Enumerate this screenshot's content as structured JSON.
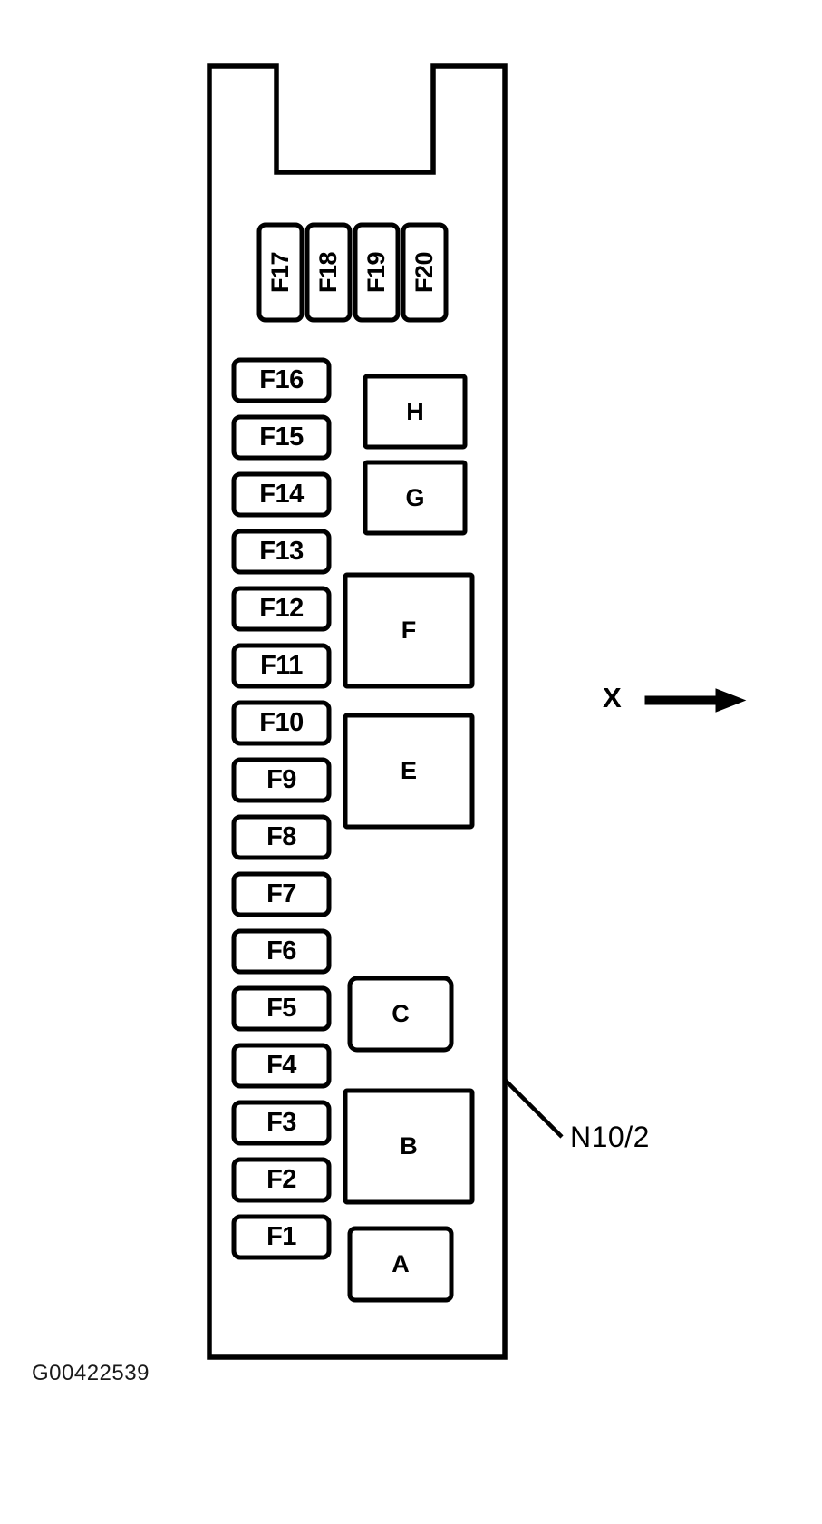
{
  "diagram": {
    "caption": "G00422539",
    "reference_label": "N10/2",
    "orientation_marker": "X",
    "stroke_color": "#000000",
    "background_color": "#ffffff",
    "top_fuses": [
      {
        "label": "F17"
      },
      {
        "label": "F18"
      },
      {
        "label": "F19"
      },
      {
        "label": "F20"
      }
    ],
    "left_fuses": [
      {
        "label": "F16"
      },
      {
        "label": "F15"
      },
      {
        "label": "F14"
      },
      {
        "label": "F13"
      },
      {
        "label": "F12"
      },
      {
        "label": "F11"
      },
      {
        "label": "F10"
      },
      {
        "label": "F9"
      },
      {
        "label": "F8"
      },
      {
        "label": "F7"
      },
      {
        "label": "F6"
      },
      {
        "label": "F5"
      },
      {
        "label": "F4"
      },
      {
        "label": "F3"
      },
      {
        "label": "F2"
      },
      {
        "label": "F1"
      }
    ],
    "relays": [
      {
        "label": "H"
      },
      {
        "label": "G"
      },
      {
        "label": "F"
      },
      {
        "label": "E"
      },
      {
        "label": "C"
      },
      {
        "label": "B"
      },
      {
        "label": "A"
      }
    ]
  }
}
